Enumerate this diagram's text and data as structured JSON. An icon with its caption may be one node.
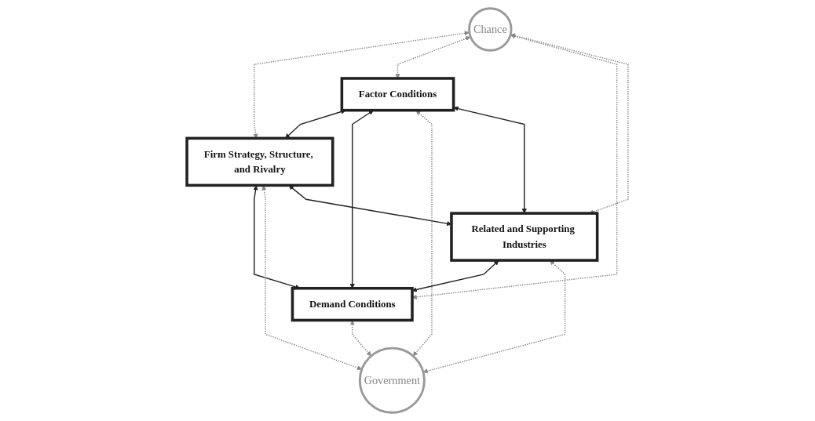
{
  "diagram": {
    "nodes": [
      {
        "text": [
          "Chance"
        ]
      },
      {
        "text": [
          "Firm Strategy, Structure, and Rivalry"
        ]
      },
      {
        "text": [
          "Factor Conditions"
        ]
      },
      {
        "text": [
          "Demand Conditions"
        ]
      },
      {
        "text": [
          "Related and Supporting Industries"
        ]
      },
      {
        "text": [
          "Government"
        ]
      }
    ],
    "edges": [
      {
        "from": 0,
        "to": 1,
        "arrow": "both",
        "style": "dashed"
      },
      {
        "from": 0,
        "to": 2,
        "arrow": "both",
        "style": "dashed"
      },
      {
        "from": 2,
        "to": 1,
        "arrow": "both",
        "color": "#222222"
      },
      {
        "from": 1,
        "to": 3,
        "arrow": "both",
        "color": "#222222"
      },
      {
        "from": 0,
        "to": 3,
        "arrow": "both",
        "style": "dashed"
      },
      {
        "from": 0,
        "to": 4,
        "arrow": "both",
        "style": "dashed"
      },
      {
        "from": 1,
        "to": 5,
        "arrow": "both",
        "style": "dashed"
      },
      {
        "from": 1,
        "to": 4,
        "arrow": "both",
        "color": "#222222"
      },
      {
        "from": 2,
        "to": 3,
        "arrow": "both",
        "color": "#222222"
      },
      {
        "from": 2,
        "to": 5,
        "arrow": "both",
        "style": "dashed"
      },
      {
        "from": 2,
        "to": 4,
        "arrow": "both",
        "color": "#222222"
      },
      {
        "from": 4,
        "to": 3,
        "arrow": "both",
        "color": "#222222"
      },
      {
        "from": 3,
        "to": 5,
        "arrow": "both",
        "style": "dashed"
      },
      {
        "from": 4,
        "to": 5,
        "arrow": "both",
        "style": "dashed"
      }
    ]
  }
}
